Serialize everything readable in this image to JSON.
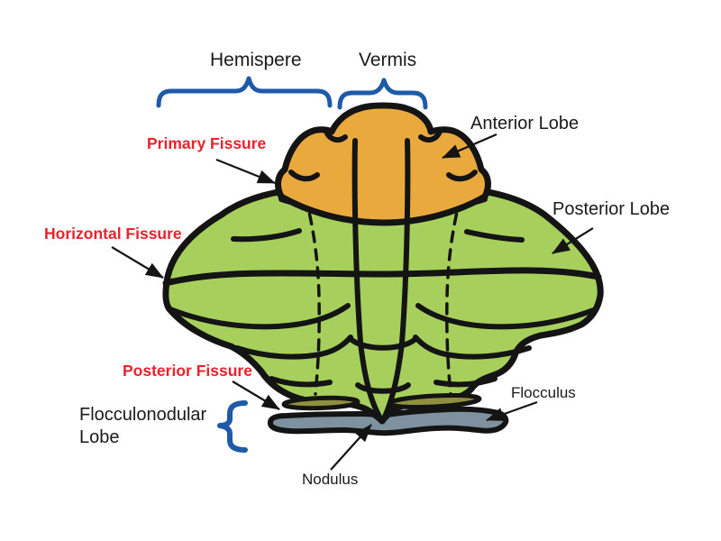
{
  "diagram": {
    "subject": "Cerebellum lobes and fissures (posterior view schematic)",
    "labels": {
      "hemisphere": "Hemispere",
      "vermis": "Vermis",
      "anterior_lobe": "Anterior Lobe",
      "primary_fissure": "Primary Fissure",
      "posterior_lobe": "Posterior Lobe",
      "horizontal_fissure": "Horizontal Fissure",
      "posterior_fissure": "Posterior Fissure",
      "flocculonodular_line1": "Flocculonodular",
      "flocculonodular_line2": "Lobe",
      "flocculus": "Flocculus",
      "nodulus": "Nodulus"
    },
    "colors": {
      "background": "#ffffff",
      "anterior_lobe_fill": "#EAA93C",
      "posterior_lobe_fill": "#A6CF5B",
      "flocculonodular_fill": "#7D929E",
      "lens_fill": "#8F8F3F",
      "outline": "#141414",
      "label_text": "#1A1A1A",
      "fissure_text": "#E8232D",
      "brace": "#1F5AA8"
    }
  }
}
